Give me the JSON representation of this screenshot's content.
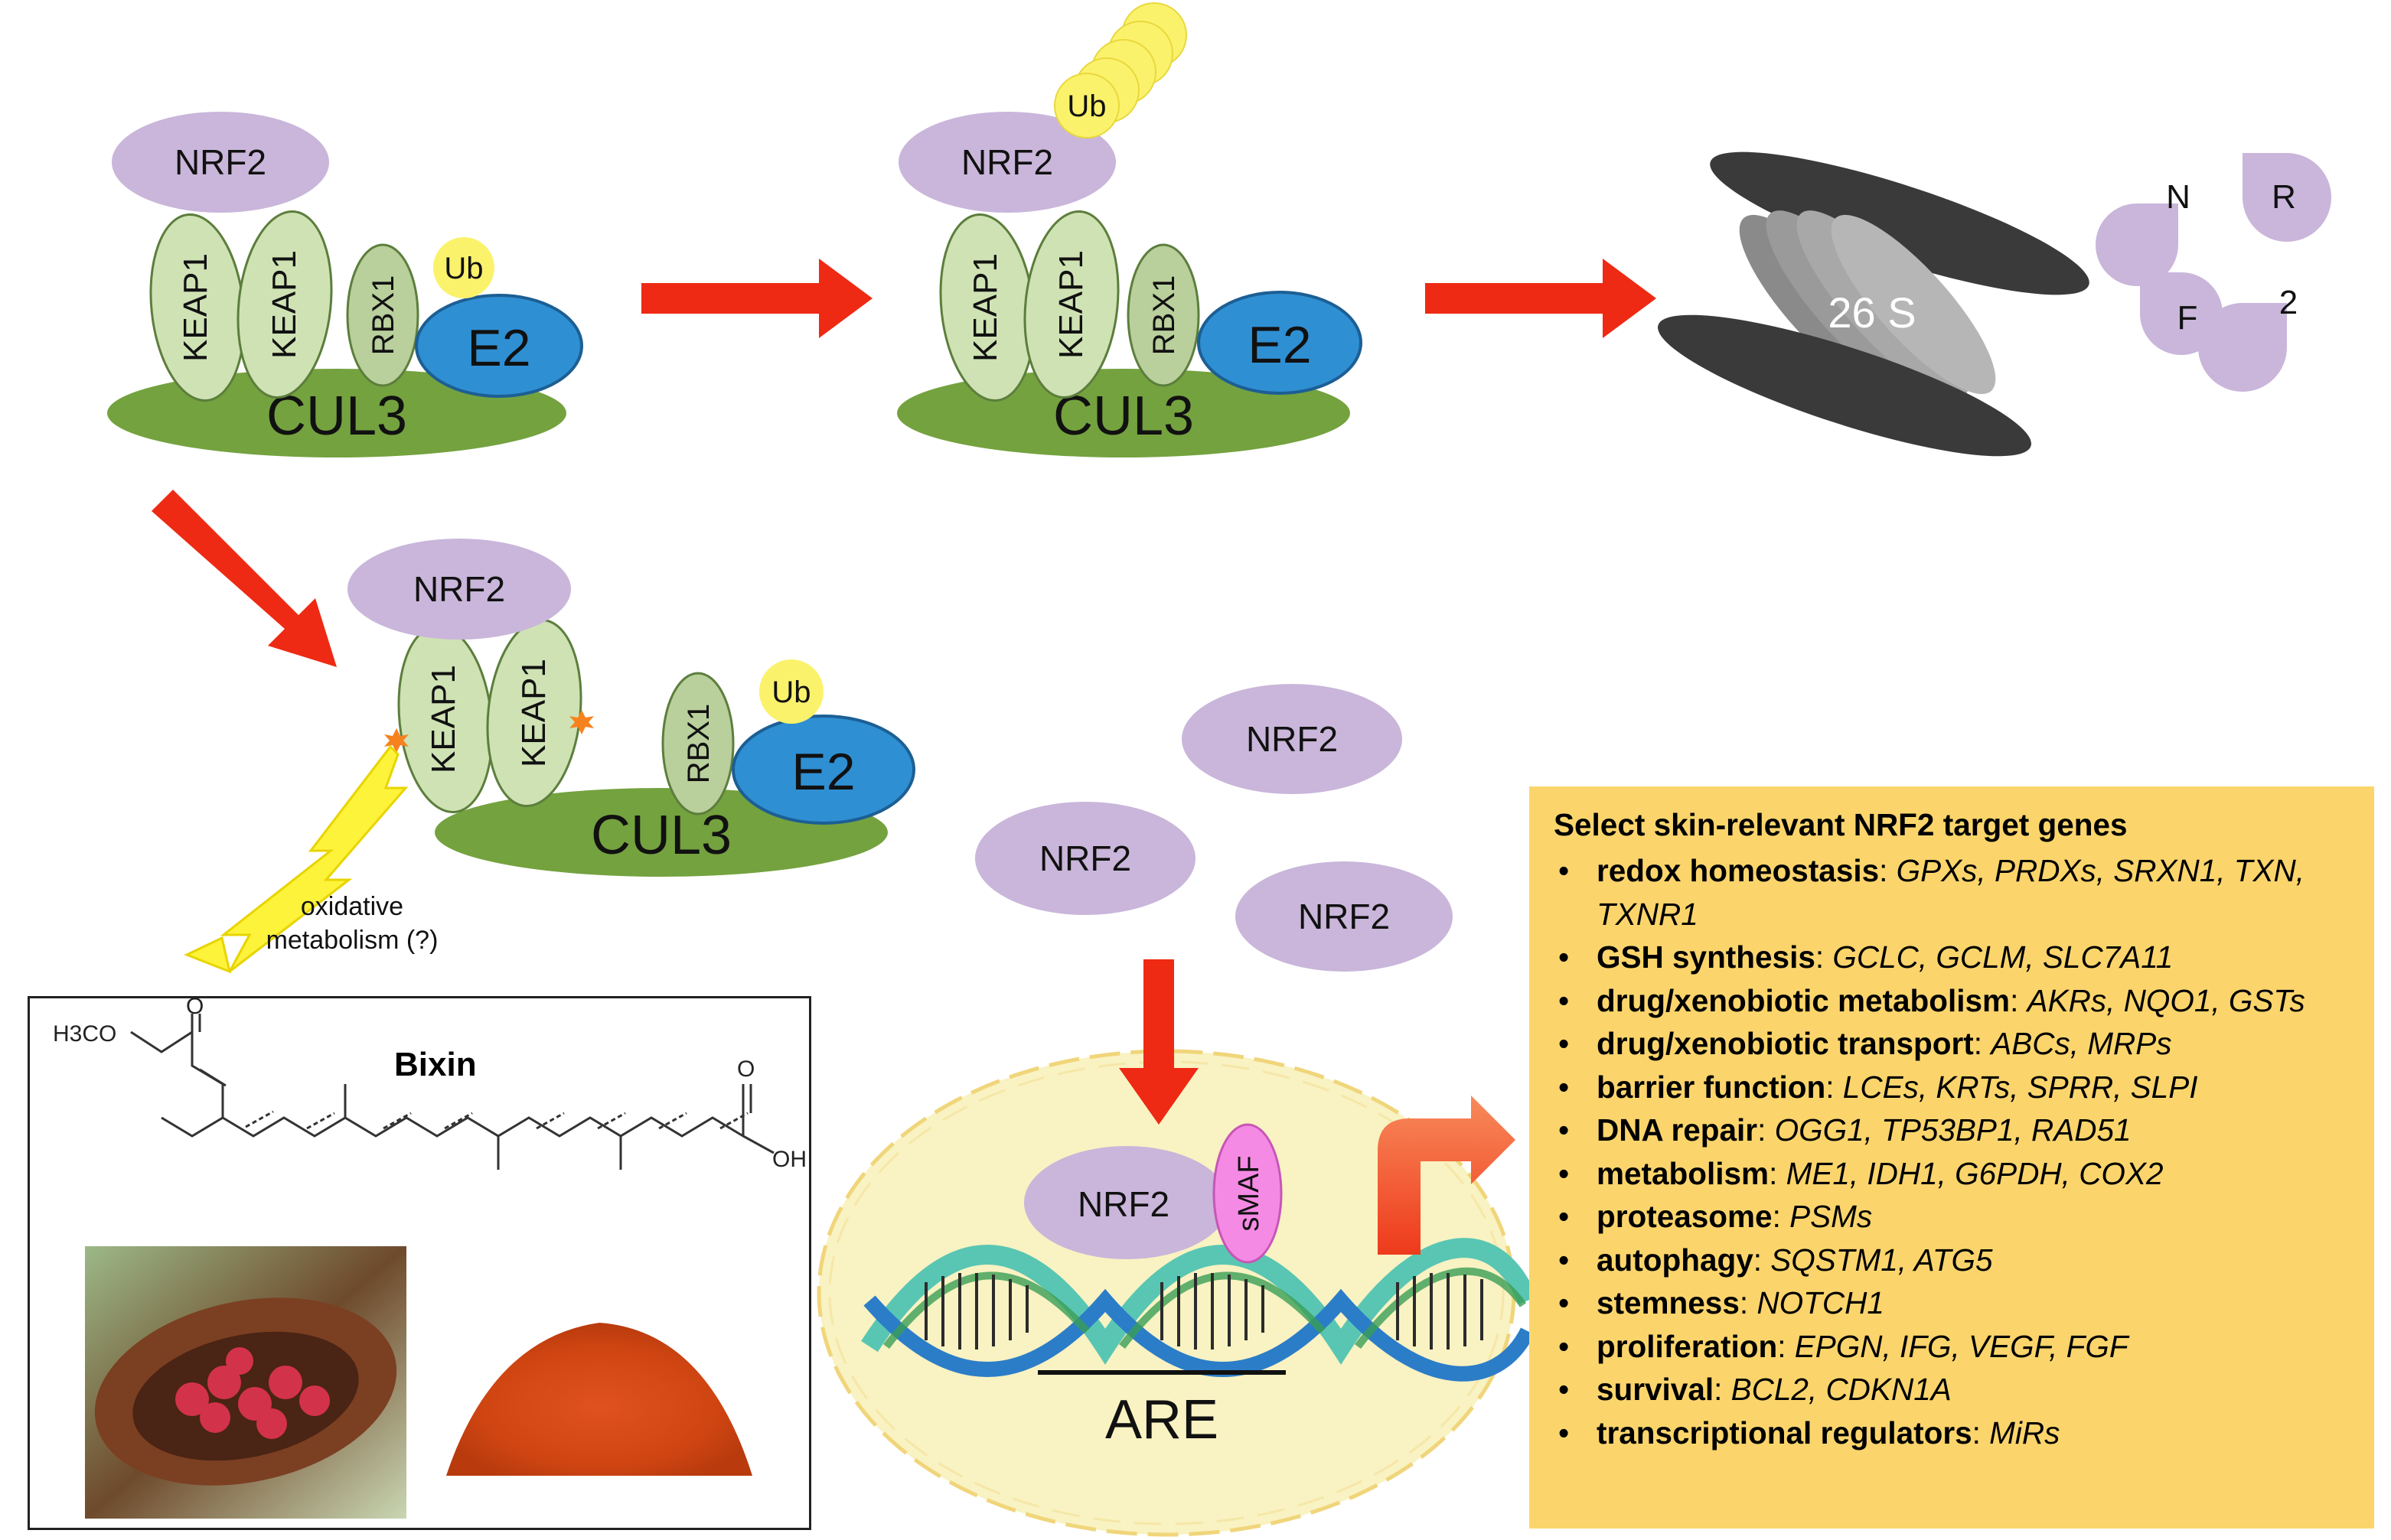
{
  "complex_labels": {
    "nrf2": "NRF2",
    "keap1": "KEAP1",
    "rbx1": "RBX1",
    "e2": "E2",
    "cul3": "CUL3",
    "ub": "Ub"
  },
  "proteasome": "26 S",
  "fragments": [
    "N",
    "R",
    "F",
    "2"
  ],
  "oxidative_label": [
    "oxidative",
    "metabolism (?)"
  ],
  "nucleus": {
    "free_nrf2": "NRF2",
    "smaf": "sMAF",
    "are": "ARE"
  },
  "bixin": {
    "title": "Bixin",
    "ester_group": "H3CO",
    "carbonyl_o": "O",
    "acid_oh": "OH"
  },
  "target_genes": {
    "title": "Select skin-relevant NRF2 target genes",
    "items": [
      {
        "category": "redox homeostasis",
        "genes": "GPXs, PRDXs, SRXN1, TXN, TXNR1"
      },
      {
        "category": "GSH synthesis",
        "genes": "GCLC, GCLM, SLC7A11"
      },
      {
        "category": "drug/xenobiotic metabolism",
        "genes": "AKRs, NQO1, GSTs"
      },
      {
        "category": "drug/xenobiotic transport",
        "genes": "ABCs, MRPs"
      },
      {
        "category": "barrier function",
        "genes": "LCEs, KRTs, SPRR, SLPI"
      },
      {
        "category": "DNA repair",
        "genes": "OGG1, TP53BP1, RAD51"
      },
      {
        "category": "metabolism",
        "genes": "ME1, IDH1, G6PDH, COX2"
      },
      {
        "category": "proteasome",
        "genes": "PSMs"
      },
      {
        "category": "autophagy",
        "genes": "SQSTM1, ATG5"
      },
      {
        "category": "stemness",
        "genes": "NOTCH1"
      },
      {
        "category": "proliferation",
        "genes": "EPGN, IFG, VEGF, FGF"
      },
      {
        "category": "survival",
        "genes": "BCL2, CDKN1A"
      },
      {
        "category": "transcriptional regulators",
        "genes": "MiRs"
      }
    ]
  },
  "colors": {
    "nrf2": "#c9b6da",
    "keap1": "#cfe2b4",
    "rbx1": "#b9cf9c",
    "cul3": "#74a23f",
    "e2": "#2f8fd3",
    "ub": "#fbf26c",
    "arrow": "#ee2a14",
    "nucleus": "#f9f2c2",
    "panel": "#fbd56c"
  }
}
